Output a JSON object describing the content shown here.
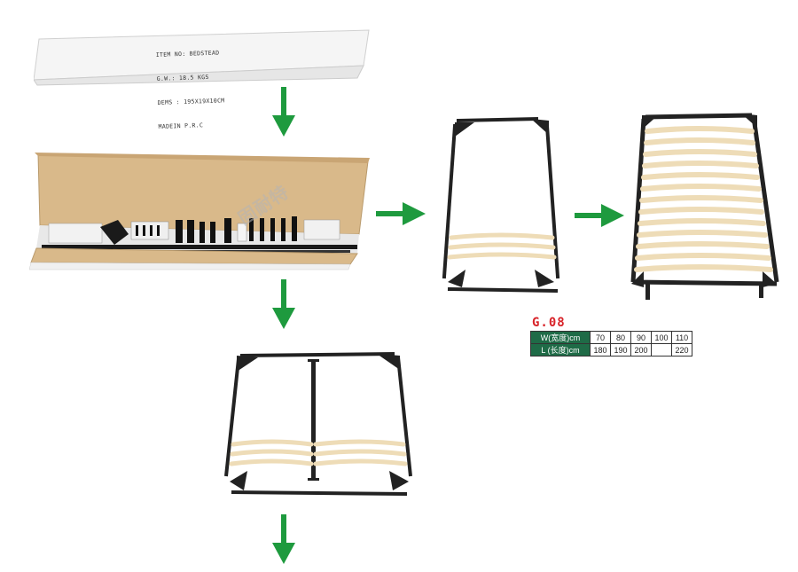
{
  "colors": {
    "arrow": "#1e9a3e",
    "frame": "#222222",
    "slat": "#eedcb7",
    "cardboard": "#d8b98c",
    "table_header_bg": "#1f6b47",
    "model_code": "#d8242a"
  },
  "box_label": {
    "line1": "ITEM NO: BEDSTEAD",
    "line2": "G.W.: 18.5 KGS",
    "line3": "DEMS : 195X19X10CM",
    "line4": "MADEIN P.R.C"
  },
  "watermark": "固耐特",
  "model_code": "G.08",
  "size_table": {
    "rows": [
      {
        "label": "W(宽度)cm",
        "values": [
          "70",
          "80",
          "90",
          "100",
          "110"
        ]
      },
      {
        "label": "L (长度)cm",
        "values": [
          "180",
          "190",
          "200",
          "",
          "220"
        ]
      }
    ]
  },
  "arrows": [
    {
      "id": "arrow-1",
      "direction": "down"
    },
    {
      "id": "arrow-2",
      "direction": "right"
    },
    {
      "id": "arrow-3",
      "direction": "right"
    },
    {
      "id": "arrow-4",
      "direction": "down"
    },
    {
      "id": "arrow-5",
      "direction": "down"
    }
  ],
  "icons": [
    "packed-box-icon",
    "open-box-icon",
    "single-frame-icon",
    "full-slat-frame-icon",
    "double-frame-icon"
  ]
}
